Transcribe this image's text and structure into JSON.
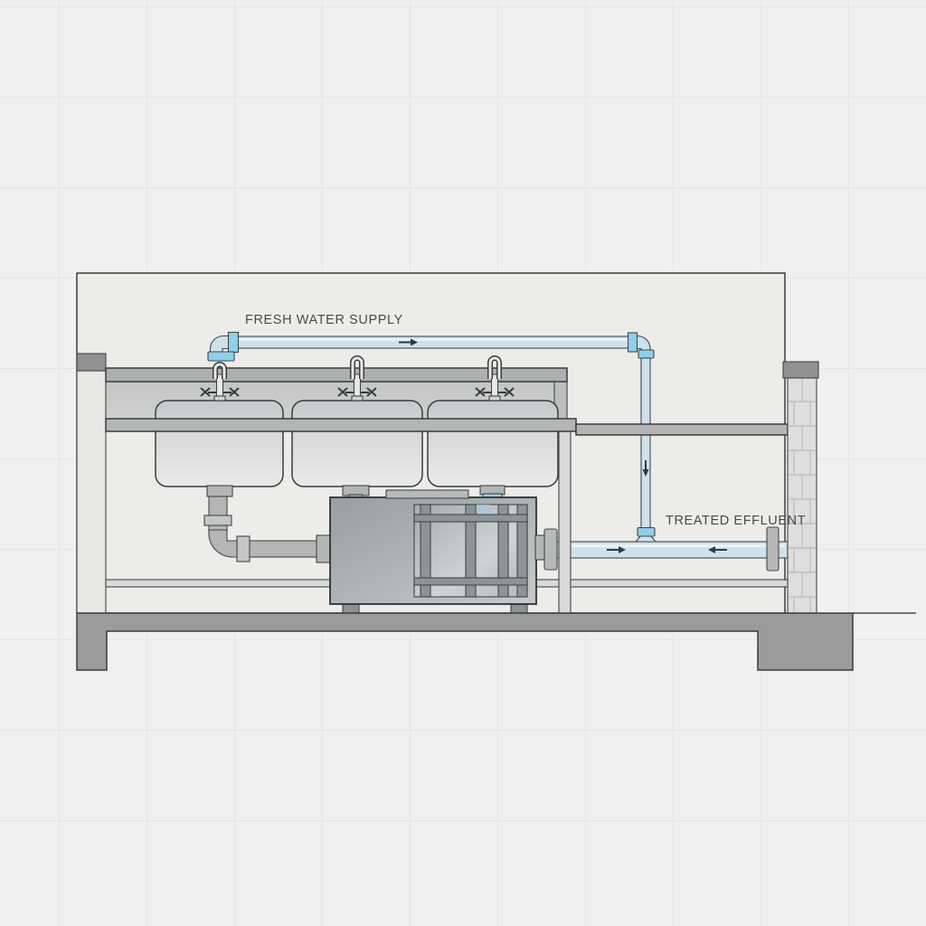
{
  "labels": {
    "fresh_water_supply": "FRESH WATER SUPPLY",
    "treated_effluent": "TREATED EFFLUENT"
  },
  "flow_arrows": [
    {
      "name": "supply-flow-arrow",
      "direction": "right",
      "on": "fresh water supply pipe"
    },
    {
      "name": "down-flow-arrow",
      "direction": "down",
      "on": "vertical drop pipe"
    },
    {
      "name": "effluent-flow-arrow-left-segment",
      "direction": "right",
      "on": "treated effluent pipe"
    },
    {
      "name": "effluent-flow-arrow-right-segment",
      "direction": "left",
      "on": "treated effluent pipe"
    }
  ],
  "equipment": {
    "sink_count": 3,
    "faucet_count": 3,
    "treatment_tank_count": 1,
    "baffle_compartment": "gridded section on right half of tank"
  },
  "colors": {
    "water_pipe": "#cfe2ec",
    "water_pipe_highlight": "#e9f3f8",
    "pipe_fitting_blue": "#8fd0e8",
    "metal_light": "#c9cbca",
    "metal_mid": "#aeb0b0",
    "metal_dark_block": "#8f9193",
    "tank_body": "#9aa0a3",
    "floor": "#9a9c9b",
    "brick": "#dedfdd",
    "brick_mortar": "#b8bab8",
    "outline": "#393c3f",
    "label_text": "#474a4c",
    "arrow": "#2c3a4a"
  }
}
